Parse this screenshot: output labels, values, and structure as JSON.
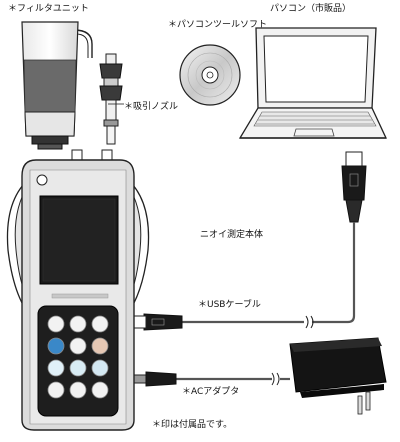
{
  "labels": {
    "filter_unit": "＊フィルタユニット",
    "pc_software": "＊パソコンツールソフト",
    "pc": "パソコン（市販品）",
    "suction_nozzle": "＊吸引ノズル",
    "main_unit": "ニオイ測定本体",
    "usb_cable": "＊USBケーブル",
    "ac_adapter": "＊ACアダプタ",
    "footnote": "＊印は付属品です。"
  },
  "keypad": {
    "rows": 4,
    "cols": 3,
    "key_colors": [
      "#f2f2f2",
      "#f2f2f2",
      "#f2f2f2",
      "#3a88c8",
      "#f2f2f2",
      "#e6c8b4",
      "#e0f0f8",
      "#d8ecf4",
      "#d4e8f2",
      "#f2f2f2",
      "#f2f2f2",
      "#f2f2f2"
    ]
  },
  "colors": {
    "outline": "#222222",
    "device_body": "#dcdcdc",
    "screen": "#1a1a1a",
    "keypad_panel": "#1e1e1e",
    "adapter": "#141414",
    "cable": "#555555"
  }
}
